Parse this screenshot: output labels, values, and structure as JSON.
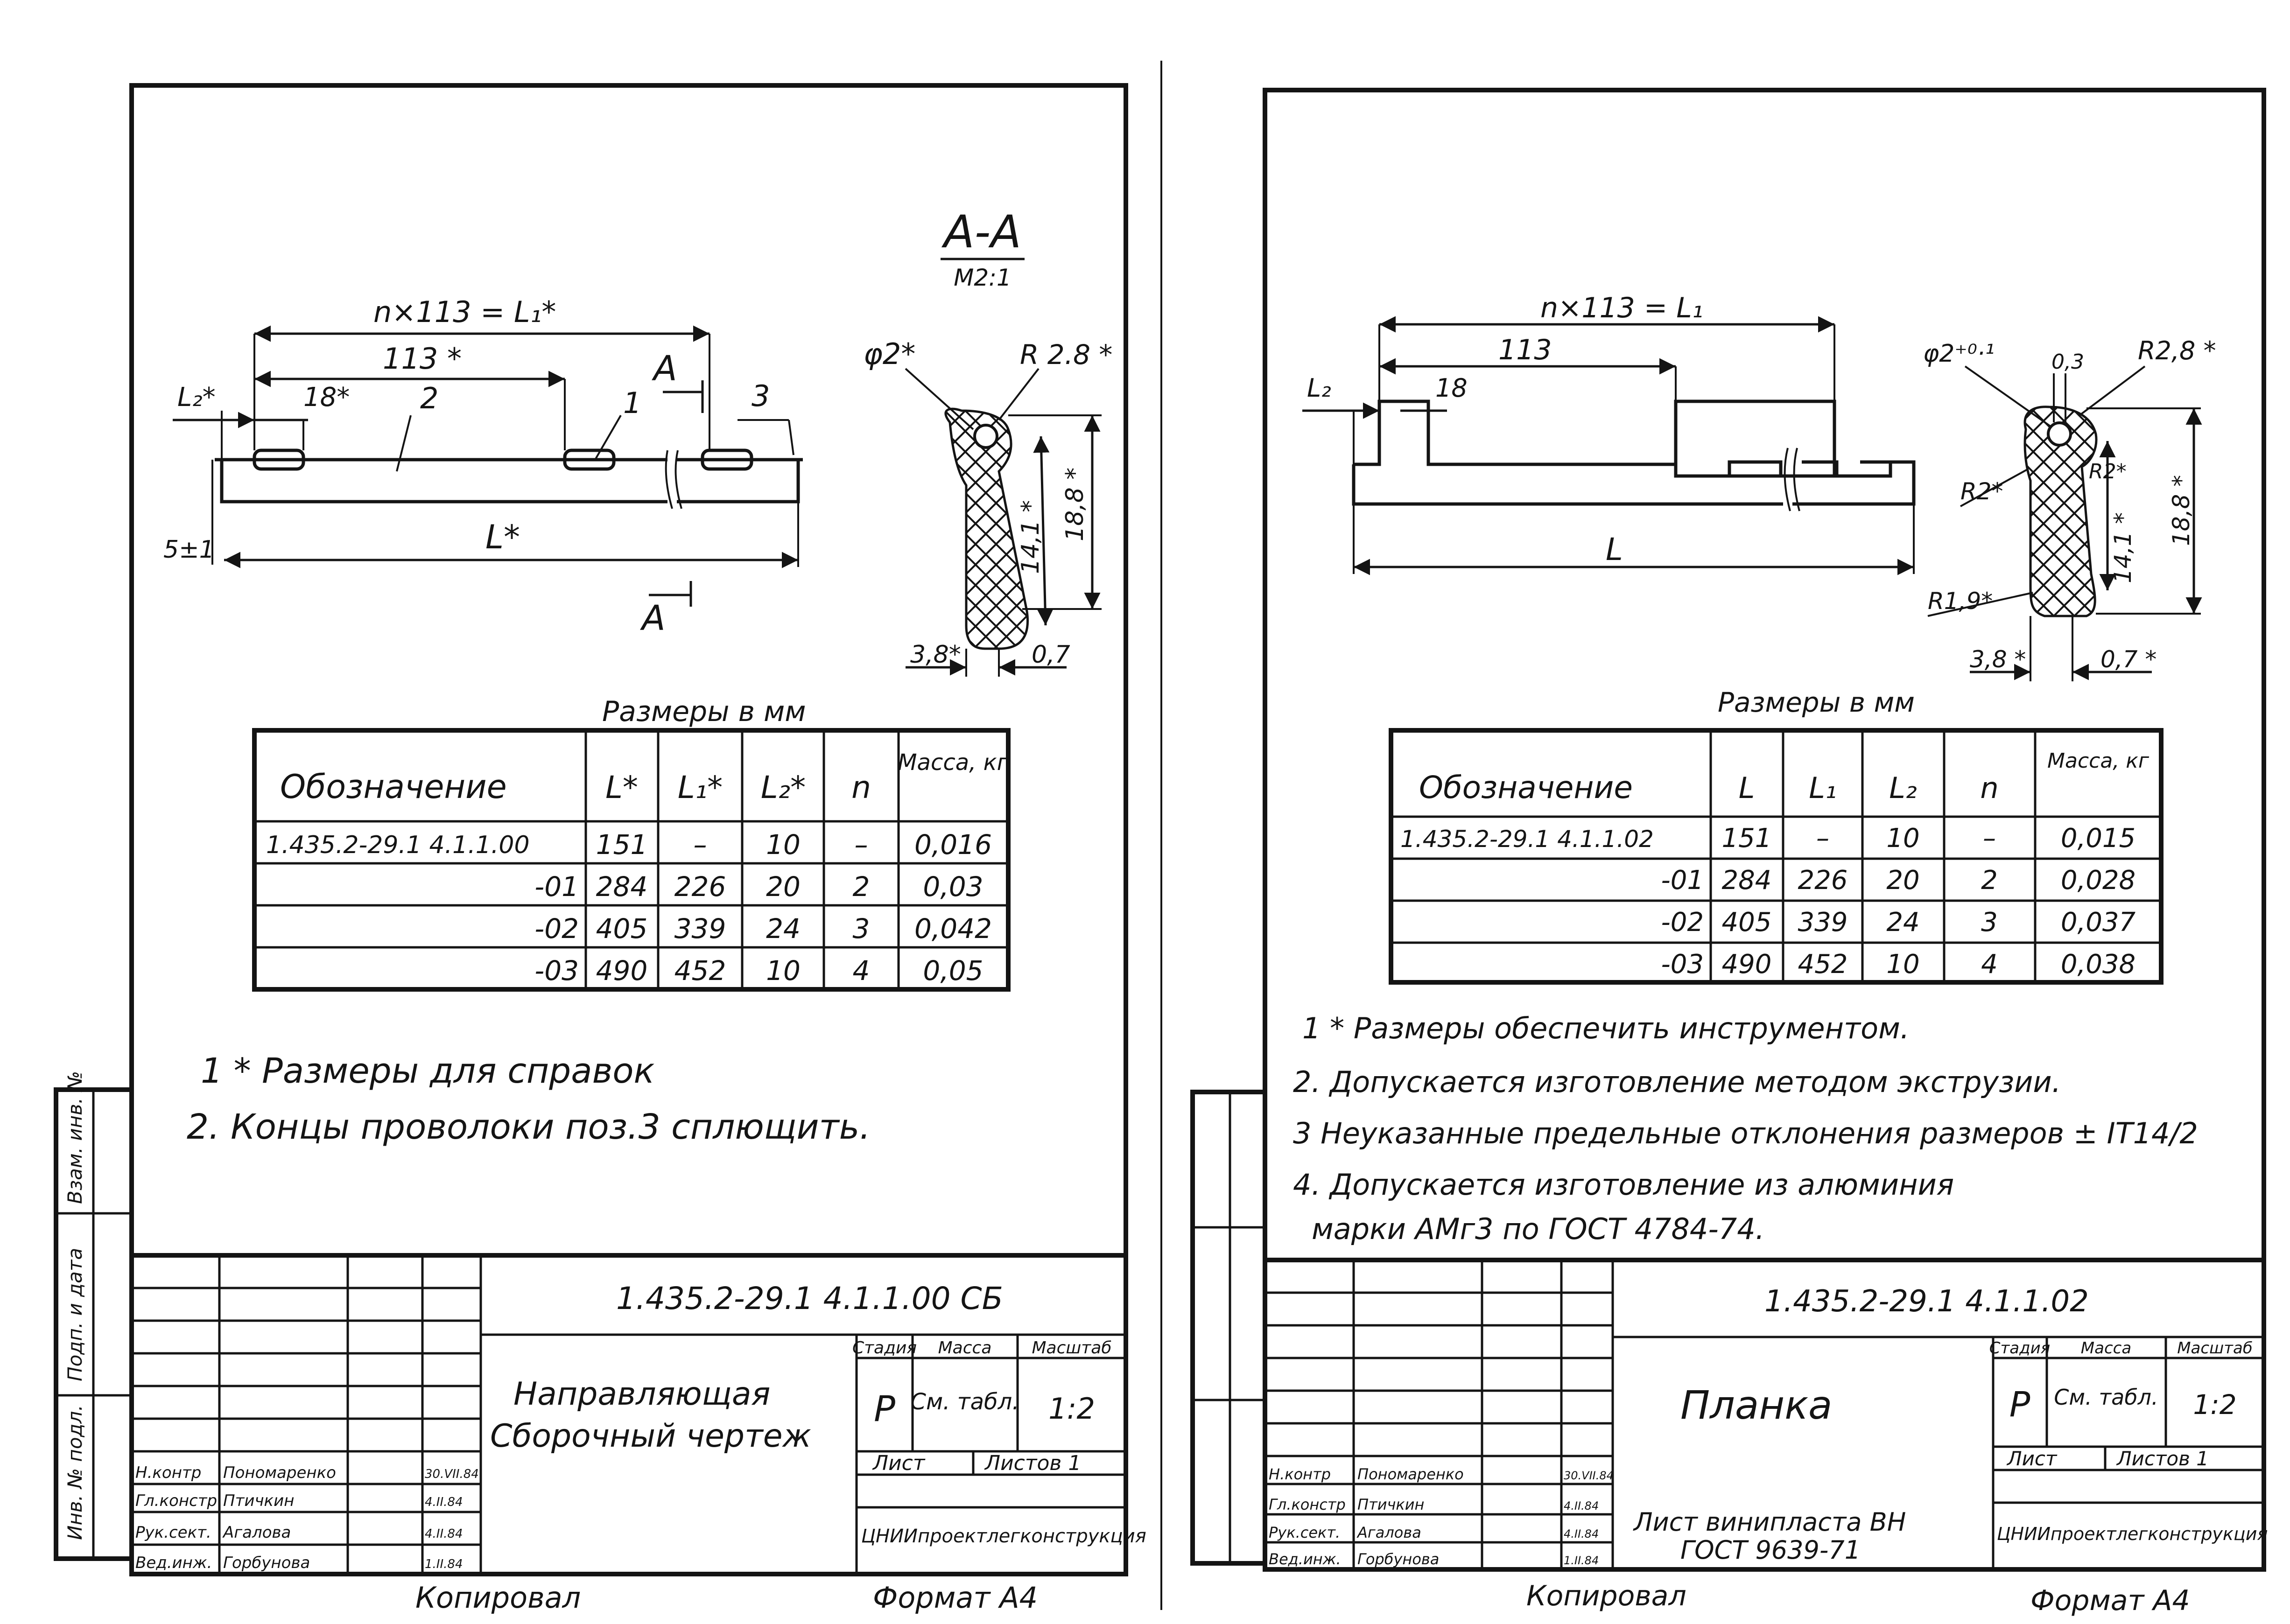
{
  "left_sheet": {
    "section_label": "А-А",
    "section_scale": "М2:1",
    "dims": {
      "total_length": "n×113 = L₁*",
      "pitch": "113 *",
      "l2": "L₂*",
      "slot": "18*",
      "section_mark": "А",
      "length": "L*",
      "height": "5±1",
      "dia": "φ2*",
      "radius": "R 2.8 *",
      "h1": "14,1 *",
      "h2": "18,8 *",
      "w1": "3,8*",
      "w2": "0,7"
    },
    "callouts": [
      "1",
      "2",
      "3"
    ],
    "table_caption": "Размеры в мм",
    "table_headers": [
      "Обозначение",
      "L*",
      "L₁*",
      "L₂*",
      "n",
      "Масса, кг"
    ],
    "table_rows": [
      [
        "1.435.2-29.1   4.1.1.00",
        "151",
        "–",
        "10",
        "–",
        "0,016"
      ],
      [
        "-01",
        "284",
        "226",
        "20",
        "2",
        "0,03"
      ],
      [
        "-02",
        "405",
        "339",
        "24",
        "3",
        "0,042"
      ],
      [
        "-03",
        "490",
        "452",
        "10",
        "4",
        "0,05"
      ]
    ],
    "notes": [
      "1 * Размеры для справок",
      "2. Концы проволоки поз.3 сплющить."
    ],
    "title_block": {
      "designation": "1.435.2-29.1   4.1.1.00 СБ",
      "name_line1": "Направляющая",
      "name_line2": "Сборочный чертеж",
      "stage_header": "Стадия",
      "mass_header": "Масса",
      "scale_header": "Масштаб",
      "stage": "Р",
      "mass": "См. табл.",
      "scale": "1:2",
      "sheet_label": "Лист",
      "sheets_label": "Листов  1",
      "org": "ЦНИИпроектлегконструкция",
      "people": [
        [
          "Н.контр",
          "Пономаренко",
          "",
          "30.VII.84"
        ],
        [
          "Гл.констр",
          "Птичкин",
          "",
          "4.II.84"
        ],
        [
          "Рук.сект.",
          "Агалова",
          "",
          "4.II.84"
        ],
        [
          "Вед.инж.",
          "Горбунова",
          "",
          "1.II.84"
        ]
      ]
    },
    "side_stamp": [
      "Инв. № подл.",
      "Подп. и дата",
      "Взам. инв. №"
    ],
    "footer_left": "Копировал",
    "footer_right": "Формат А4"
  },
  "right_sheet": {
    "dims": {
      "total_length": "n×113 = L₁",
      "pitch": "113",
      "l2": "L₂",
      "slot": "18",
      "length": "L",
      "dia": "φ2⁺⁰·¹",
      "gap": "0,3",
      "radius": "R2,8 *",
      "r2a": "R2*",
      "r2b": "R2*",
      "h1": "14,1 *",
      "h2": "18,8 *",
      "r19": "R1,9*",
      "w1": "3,8 *",
      "w2": "0,7 *"
    },
    "table_caption": "Размеры в мм",
    "table_headers": [
      "Обозначение",
      "L",
      "L₁",
      "L₂",
      "n",
      "Масса, кг"
    ],
    "table_rows": [
      [
        "1.435.2-29.1   4.1.1.02",
        "151",
        "–",
        "10",
        "–",
        "0,015"
      ],
      [
        "-01",
        "284",
        "226",
        "20",
        "2",
        "0,028"
      ],
      [
        "-02",
        "405",
        "339",
        "24",
        "3",
        "0,037"
      ],
      [
        "-03",
        "490",
        "452",
        "10",
        "4",
        "0,038"
      ]
    ],
    "notes": [
      "1 * Размеры обеспечить инструментом.",
      "2. Допускается изготовление методом экструзии.",
      "3 Неуказанные предельные отклонения размеров ± IT14/2",
      "4. Допускается изготовление из алюминия",
      "марки АМг3 по ГОСТ 4784-74."
    ],
    "title_block": {
      "designation": "1.435.2-29.1   4.1.1.02",
      "name": "Планка",
      "material_line1": "Лист винипласта ВН",
      "material_line2": "ГОСТ 9639-71",
      "stage_header": "Стадия",
      "mass_header": "Масса",
      "scale_header": "Масштаб",
      "stage": "Р",
      "mass": "См. табл.",
      "scale": "1:2",
      "sheet_label": "Лист",
      "sheets_label": "Листов 1",
      "org": "ЦНИИпроектлегконструкция",
      "people": [
        [
          "Н.контр",
          "Пономаренко",
          "",
          "30.VII.84"
        ],
        [
          "Гл.констр",
          "Птичкин",
          "",
          "4.II.84"
        ],
        [
          "Рук.сект.",
          "Агалова",
          "",
          "4.II.84"
        ],
        [
          "Вед.инж.",
          "Горбунова",
          "",
          "1.II.84"
        ]
      ]
    },
    "footer_left": "Копировал",
    "footer_right": "Формат А4"
  }
}
